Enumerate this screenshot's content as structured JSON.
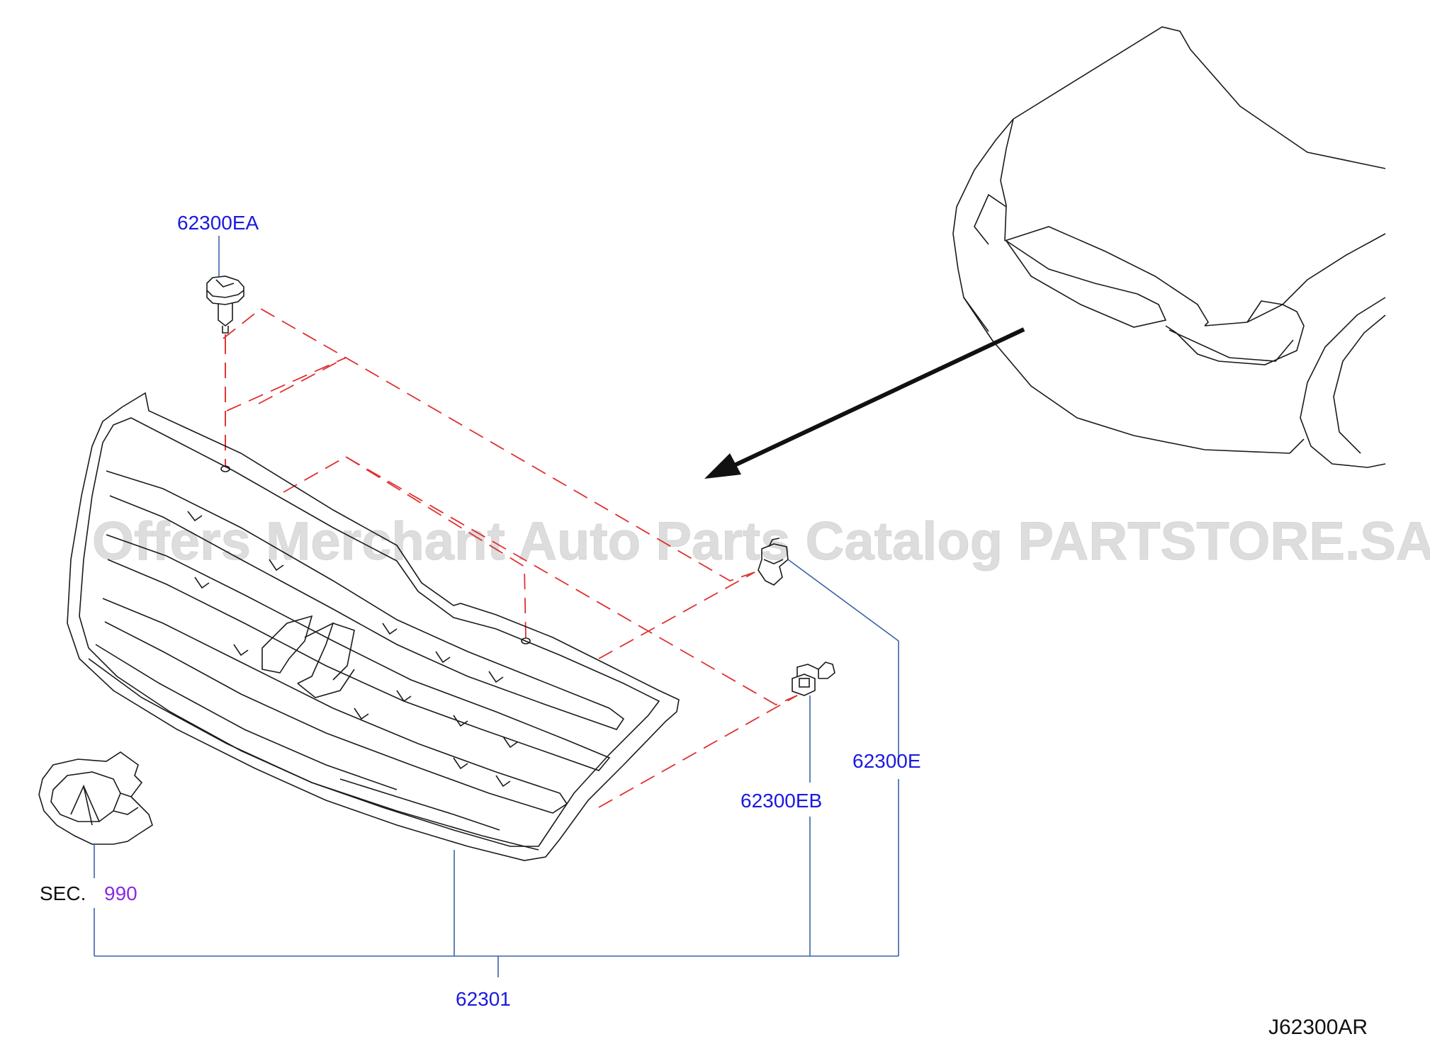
{
  "watermark": "Offers Merchant Auto Parts Catalog PARTSTORE.SA",
  "diagram_code": "J62300AR",
  "callouts": {
    "clip_top": "62300EA",
    "clip_right": "62300E",
    "clip_lower": "62300EB",
    "grille_assembly": "62301",
    "section_prefix": "SEC.",
    "section_number": "990"
  },
  "colors": {
    "part_number": "#1a1adf",
    "section_number": "#8a2be2",
    "leader_line": "#3a63a8",
    "dashed_line": "#e03030",
    "watermark": "#d8d8d8",
    "drawing": "#1a1a1a"
  }
}
